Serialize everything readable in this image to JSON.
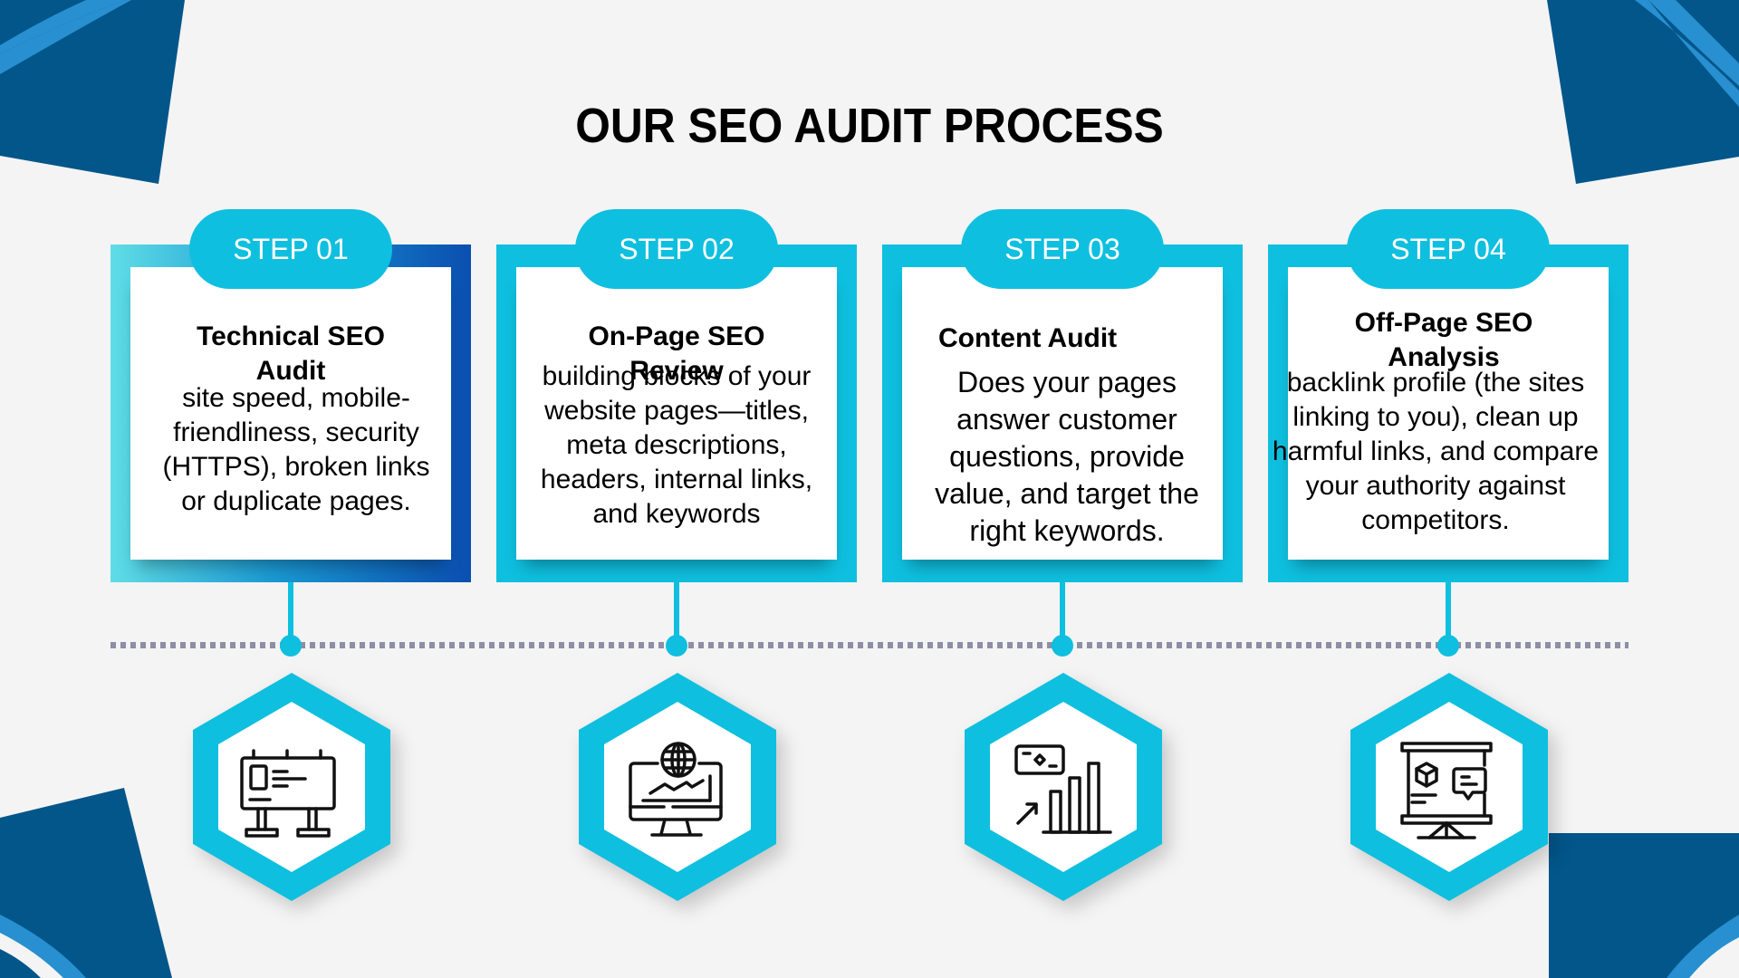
{
  "title": "OUR SEO AUDIT PROCESS",
  "colors": {
    "accent": "#0fbfdf",
    "dark_blue": "#02568a",
    "mid_blue": "#2890d0",
    "background": "#f4f4f4",
    "timeline_dots": "#8e8ea6"
  },
  "steps": [
    {
      "label": "STEP 01",
      "title": "Technical SEO Audit",
      "description": "site speed, mobile-friendliness, security (HTTPS), broken links or duplicate pages.",
      "icon": "billboard-icon"
    },
    {
      "label": "STEP 02",
      "title": "On-Page SEO Review",
      "description": "building blocks of your website pages—titles, meta descriptions, headers, internal links, and keywords",
      "icon": "monitor-globe-chart-icon"
    },
    {
      "label": "STEP 03",
      "title": "Content Audit",
      "description": "Does your pages answer customer questions, provide value, and target the right keywords.",
      "icon": "growth-bar-chart-icon"
    },
    {
      "label": "STEP 04",
      "title": "Off-Page SEO Analysis",
      "description": "backlink profile (the sites linking to you), clean up harmful links, and compare your authority against competitors.",
      "icon": "presentation-board-icon"
    }
  ]
}
